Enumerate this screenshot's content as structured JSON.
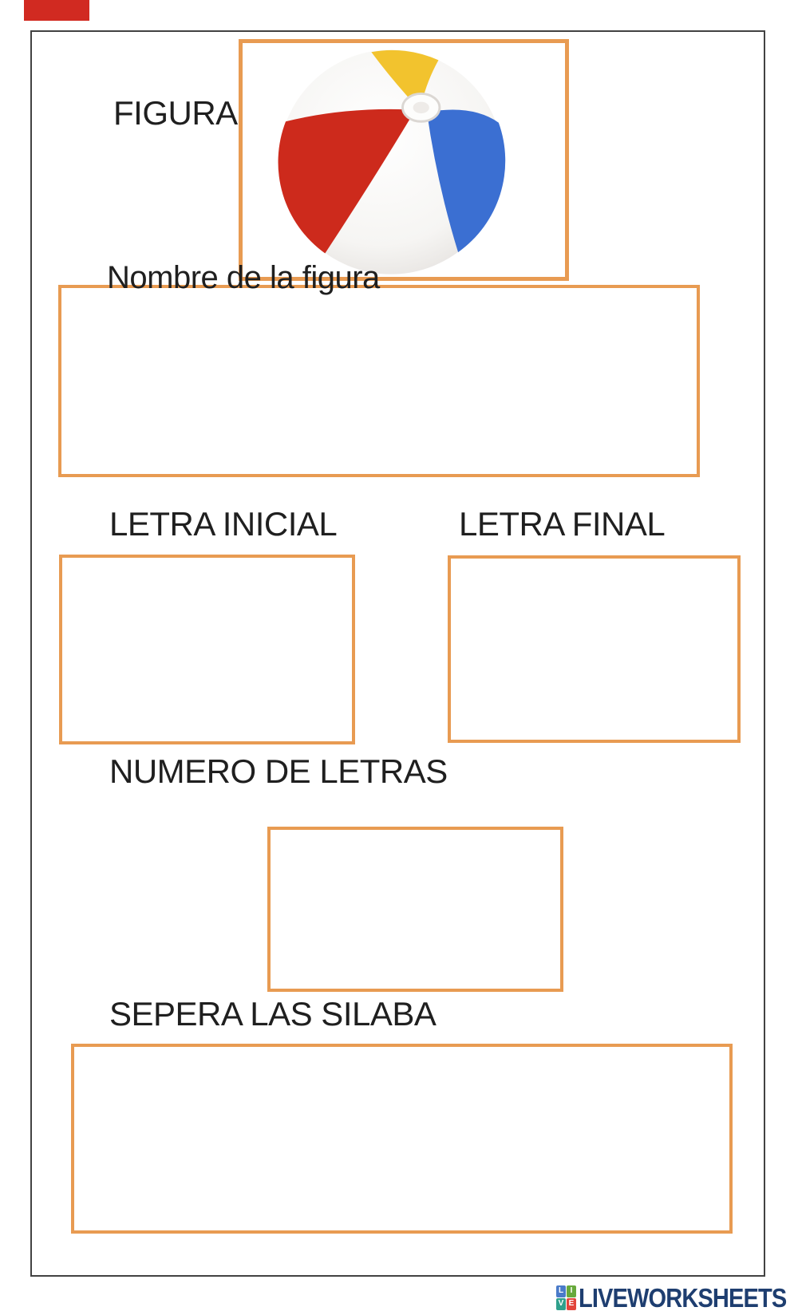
{
  "page": {
    "marker_color": "#d12a21",
    "frame_color": "#424242",
    "accent_color": "#e89b52"
  },
  "worksheet": {
    "figura_label": "FIGURA",
    "nombre_label": "Nombre de la figura",
    "letra_inicial_label": "LETRA INICIAL",
    "letra_final_label": "LETRA FINAL",
    "numero_label": "NUMERO DE LETRAS",
    "silabas_label": "SEPERA LAS SILABA",
    "answers": {
      "nombre": "",
      "letra_inicial": "",
      "letra_final": "",
      "numero": "",
      "silabas": ""
    },
    "image": {
      "name": "beach-ball",
      "colors": {
        "red": "#cd2a1c",
        "blue": "#3b6fd2",
        "yellow": "#f2c32e",
        "white": "#fbfaf9"
      }
    }
  },
  "footer": {
    "brand": "LIVEWORKSHEETS",
    "brand_color": "#1e3e70",
    "tiles": [
      {
        "letter": "L",
        "color": "#4a7bc9"
      },
      {
        "letter": "I",
        "color": "#67a93c"
      },
      {
        "letter": "V",
        "color": "#2fa08c"
      },
      {
        "letter": "E",
        "color": "#e2453b"
      }
    ]
  }
}
